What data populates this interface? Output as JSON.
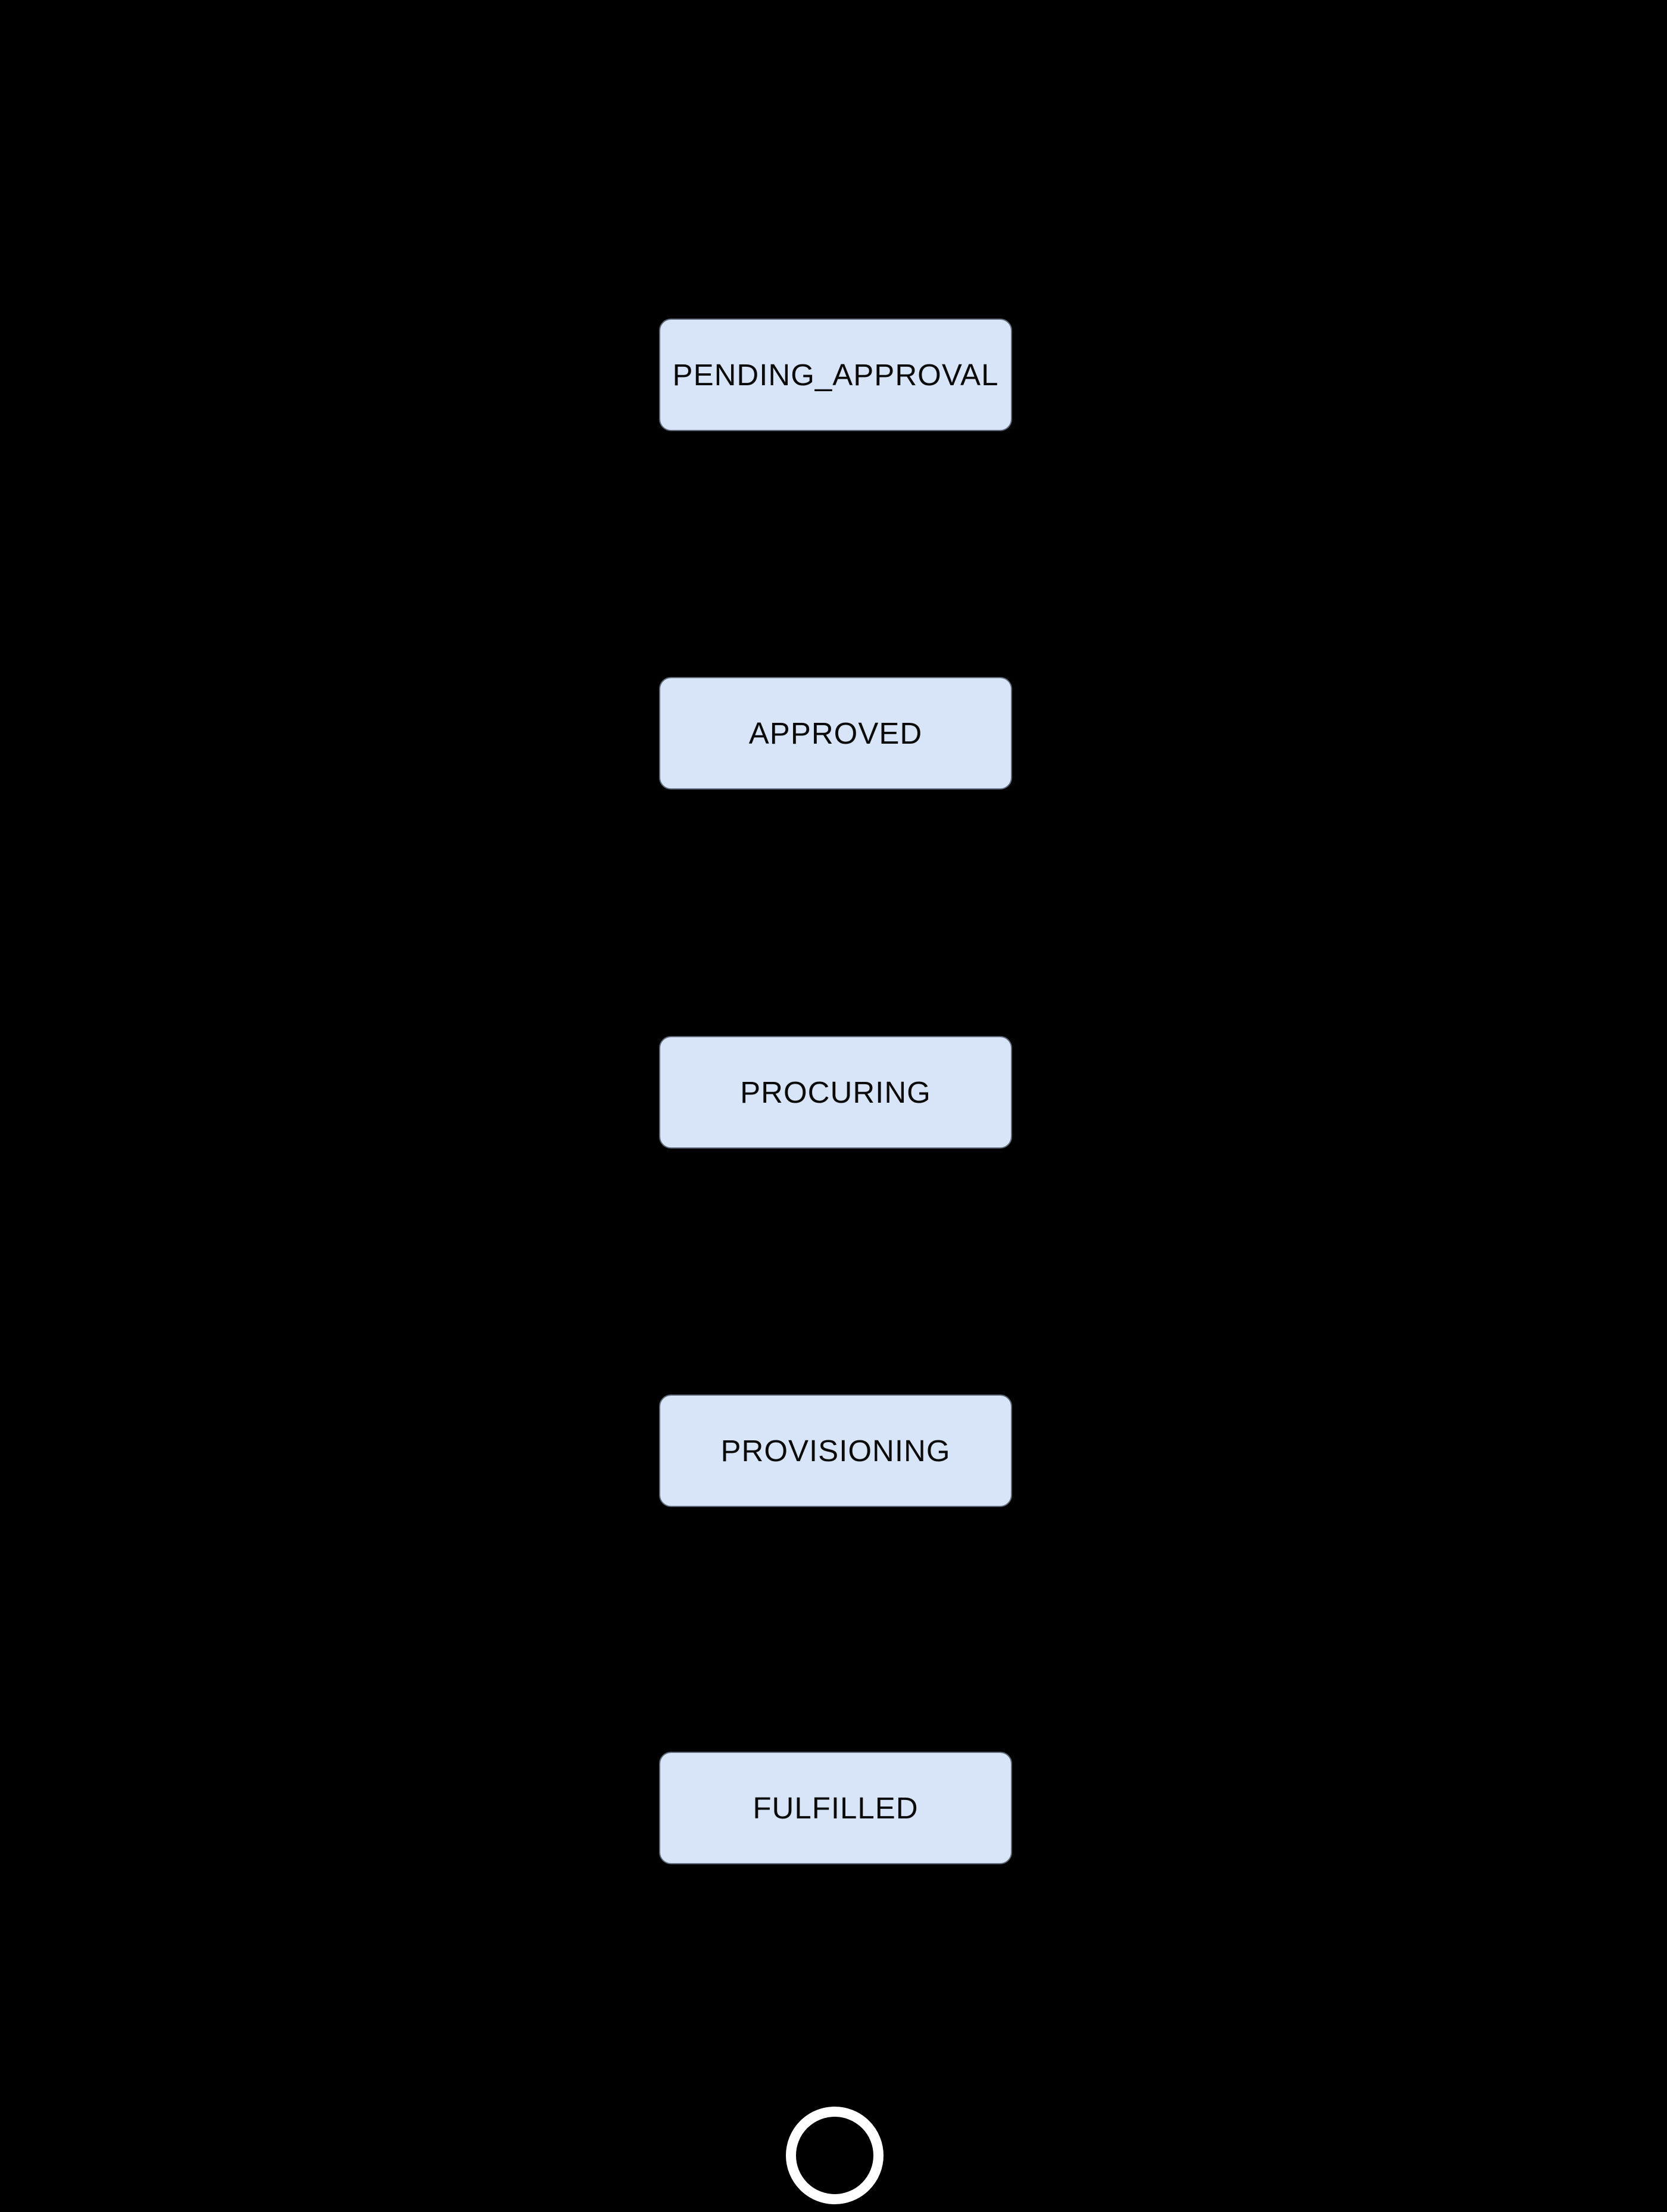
{
  "diagram": {
    "type": "state-flow",
    "colors": {
      "background": "#000000",
      "node_fill": "#d8e4f7",
      "node_border": "#5f6b7a",
      "node_text": "#0a0a0a",
      "final_state": "#ffffff"
    },
    "states": [
      {
        "label": "PENDING_APPROVAL"
      },
      {
        "label": "APPROVED"
      },
      {
        "label": "PROCURING"
      },
      {
        "label": "PROVISIONING"
      },
      {
        "label": "FULFILLED"
      }
    ],
    "final_state": {
      "icon": "end-state-ring"
    }
  }
}
